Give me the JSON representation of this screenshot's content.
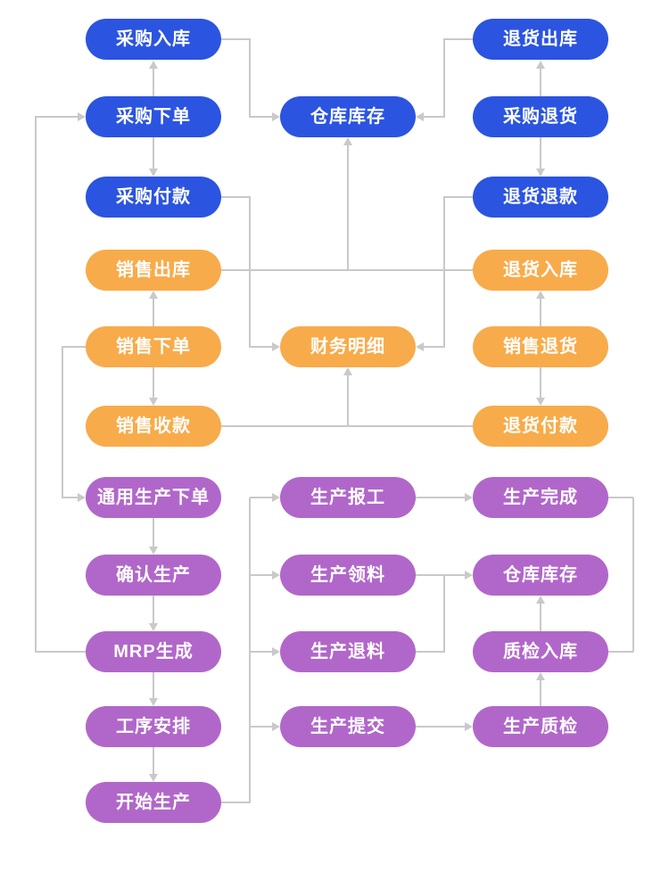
{
  "diagram": {
    "type": "flowchart",
    "description": "ERP process flow diagram: purchase (blue), sales/returns/finance (orange), production (purple)"
  },
  "colors": {
    "blue": "#2b54e0",
    "orange": "#f8ab4a",
    "purple": "#b167c9",
    "line": "#c9c9c9",
    "node_text": "#ffffff",
    "background": "#ffffff"
  },
  "nodes": [
    {
      "id": "cgrk",
      "label": "采购入库",
      "color": "blue"
    },
    {
      "id": "thck",
      "label": "退货出库",
      "color": "blue"
    },
    {
      "id": "cgxd",
      "label": "采购下单",
      "color": "blue"
    },
    {
      "id": "ckkc1",
      "label": "仓库库存",
      "color": "blue"
    },
    {
      "id": "cgth",
      "label": "采购退货",
      "color": "blue"
    },
    {
      "id": "cgfk",
      "label": "采购付款",
      "color": "blue"
    },
    {
      "id": "thtk",
      "label": "退货退款",
      "color": "blue"
    },
    {
      "id": "xsck",
      "label": "销售出库",
      "color": "orange"
    },
    {
      "id": "thrk",
      "label": "退货入库",
      "color": "orange"
    },
    {
      "id": "xsxd",
      "label": "销售下单",
      "color": "orange"
    },
    {
      "id": "cwmx",
      "label": "财务明细",
      "color": "orange"
    },
    {
      "id": "xsth",
      "label": "销售退货",
      "color": "orange"
    },
    {
      "id": "xssk",
      "label": "销售收款",
      "color": "orange"
    },
    {
      "id": "thfk",
      "label": "退货付款",
      "color": "orange"
    },
    {
      "id": "tyscxd",
      "label": "通用生产下单",
      "color": "purple"
    },
    {
      "id": "scbg",
      "label": "生产报工",
      "color": "purple"
    },
    {
      "id": "scwc",
      "label": "生产完成",
      "color": "purple"
    },
    {
      "id": "qrsc",
      "label": "确认生产",
      "color": "purple"
    },
    {
      "id": "scll",
      "label": "生产领料",
      "color": "purple"
    },
    {
      "id": "ckkc2",
      "label": "仓库库存",
      "color": "purple"
    },
    {
      "id": "mrp",
      "label": "MRP生成",
      "color": "purple"
    },
    {
      "id": "sctl",
      "label": "生产退料",
      "color": "purple"
    },
    {
      "id": "zjrk",
      "label": "质检入库",
      "color": "purple"
    },
    {
      "id": "gxap",
      "label": "工序安排",
      "color": "purple"
    },
    {
      "id": "sctj",
      "label": "生产提交",
      "color": "purple"
    },
    {
      "id": "sczj",
      "label": "生产质检",
      "color": "purple"
    },
    {
      "id": "kssc",
      "label": "开始生产",
      "color": "purple"
    }
  ],
  "edges": [
    {
      "from": "cgxd",
      "to": "cgrk"
    },
    {
      "from": "cgxd",
      "to": "cgfk"
    },
    {
      "from": "cgth",
      "to": "thck"
    },
    {
      "from": "cgth",
      "to": "thtk"
    },
    {
      "from": "cgrk",
      "to": "ckkc1"
    },
    {
      "from": "thck",
      "to": "ckkc1"
    },
    {
      "from": "cgfk",
      "to": "cwmx"
    },
    {
      "from": "thtk",
      "to": "cwmx"
    },
    {
      "from": "xsck",
      "to": "ckkc1"
    },
    {
      "from": "thrk",
      "to": "ckkc1"
    },
    {
      "from": "xsxd",
      "to": "xsck"
    },
    {
      "from": "xsxd",
      "to": "xssk"
    },
    {
      "from": "xsth",
      "to": "thrk"
    },
    {
      "from": "xsth",
      "to": "thfk"
    },
    {
      "from": "xssk",
      "to": "cwmx"
    },
    {
      "from": "thfk",
      "to": "cwmx"
    },
    {
      "from": "mrp",
      "to": "cgxd"
    },
    {
      "from": "xsxd",
      "to": "tyscxd"
    },
    {
      "from": "tyscxd",
      "to": "qrsc"
    },
    {
      "from": "qrsc",
      "to": "mrp"
    },
    {
      "from": "mrp",
      "to": "gxap"
    },
    {
      "from": "gxap",
      "to": "kssc"
    },
    {
      "from": "kssc",
      "to": "scbg"
    },
    {
      "from": "kssc",
      "to": "scll"
    },
    {
      "from": "kssc",
      "to": "sctl"
    },
    {
      "from": "kssc",
      "to": "sctj"
    },
    {
      "from": "scbg",
      "to": "scwc"
    },
    {
      "from": "scll",
      "to": "ckkc2"
    },
    {
      "from": "sctl",
      "to": "ckkc2"
    },
    {
      "from": "sctj",
      "to": "sczj"
    },
    {
      "from": "sczj",
      "to": "zjrk"
    },
    {
      "from": "zjrk",
      "to": "ckkc2"
    },
    {
      "from": "zjrk",
      "to": "scwc"
    }
  ]
}
